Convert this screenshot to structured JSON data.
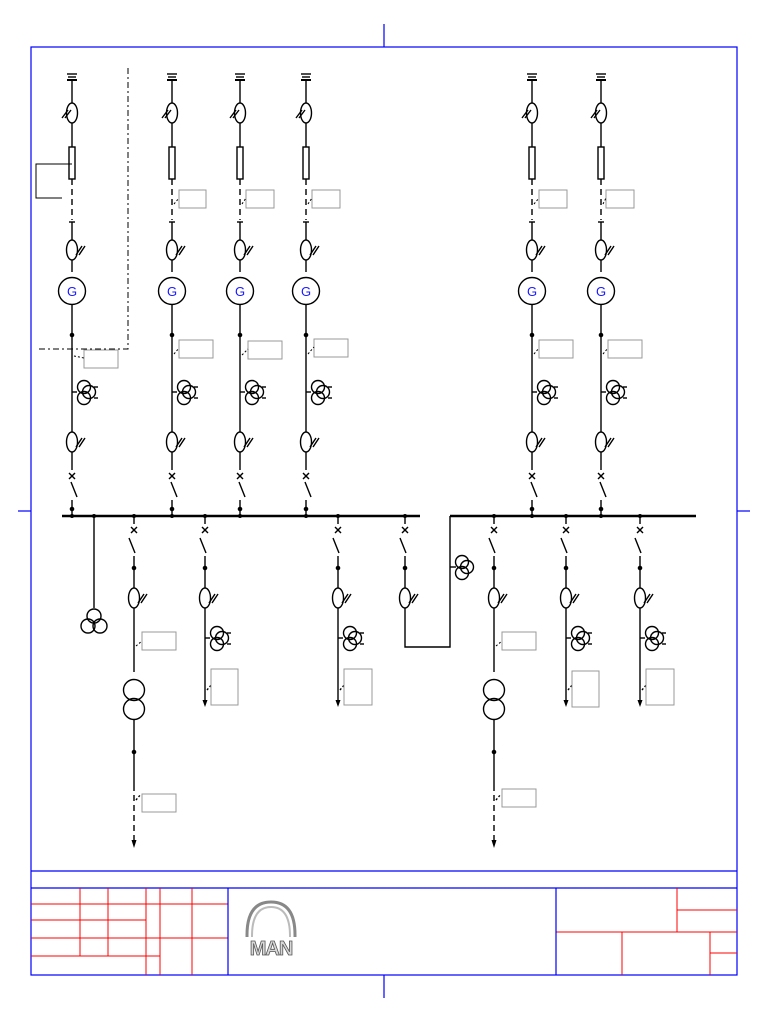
{
  "drawing": {
    "generator_symbol_letter": "G",
    "logo_text": "MAN",
    "colors": {
      "frame": "#0000ff",
      "title_block_red": "#ff0000",
      "line": "#000000",
      "generator_letter": "#1a1aff",
      "label_box": "#999999"
    },
    "sections": {
      "generator_feeders": 6,
      "busbar_outgoing_feeders": 7,
      "power_transformers": 2,
      "bus_tie": 1
    }
  }
}
